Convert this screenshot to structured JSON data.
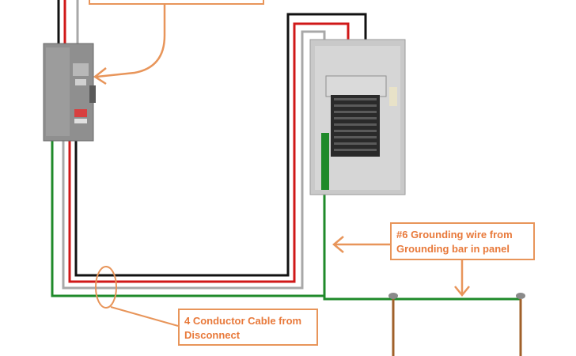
{
  "callouts": {
    "top": {
      "lines": []
    },
    "grounding": {
      "lines": [
        "#6 Grounding wire from",
        "Grounding bar in panel"
      ]
    },
    "cable": {
      "lines": [
        "4 Conductor Cable from",
        "Disconnect"
      ]
    }
  },
  "colors": {
    "accent": "#e8955a",
    "hot_black": "#111111",
    "hot_red": "#d01818",
    "neutral_white": "#a8a8a8",
    "ground_green": "#1f8a2a",
    "ground_rod": "#a0602a",
    "panel_gray": "#c9c9c9"
  }
}
